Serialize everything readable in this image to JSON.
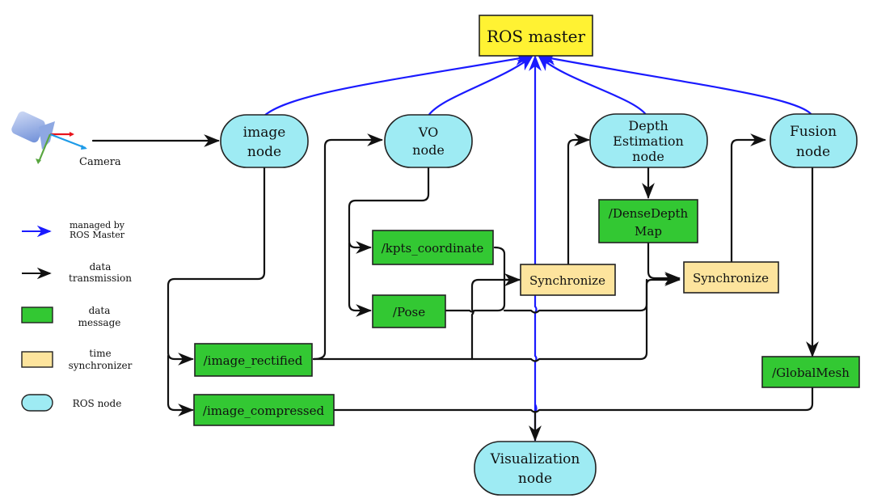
{
  "colors": {
    "ros_node_fill": "#9eebf3",
    "data_message_fill": "#33c833",
    "synchronizer_fill": "#fde49d",
    "master_fill": "#fff233",
    "managed_edge": "#1a1aff",
    "data_edge": "#111111"
  },
  "master": {
    "label": "ROS master"
  },
  "camera": {
    "label": "Camera",
    "icon": "camera-icon"
  },
  "nodes": {
    "image": [
      "image",
      "node"
    ],
    "vo": [
      "VO",
      "node"
    ],
    "depth": [
      "Depth",
      "Estimation",
      "node"
    ],
    "fusion": [
      "Fusion",
      "node"
    ],
    "visualization": [
      "Visualization",
      "node"
    ]
  },
  "messages": {
    "kpts": [
      "/kpts_coordinate"
    ],
    "pose": [
      "/Pose"
    ],
    "dense_depth": [
      "/DenseDepth",
      "Map"
    ],
    "image_rectified": [
      "/image_rectified"
    ],
    "image_compressed": [
      "/image_compressed"
    ],
    "global_mesh": [
      "/GlobalMesh"
    ]
  },
  "synchronizers": {
    "sync1": [
      "Synchronize"
    ],
    "sync2": [
      "Synchronize"
    ]
  },
  "legend": [
    {
      "key": "managed",
      "lines": [
        "managed by",
        "ROS Master"
      ]
    },
    {
      "key": "data_transmission",
      "lines": [
        "data",
        "transmission"
      ]
    },
    {
      "key": "data_message",
      "lines": [
        "data",
        "message"
      ]
    },
    {
      "key": "time_sync",
      "lines": [
        "time",
        "synchronizer"
      ]
    },
    {
      "key": "ros_node",
      "lines": [
        "ROS node"
      ]
    }
  ]
}
